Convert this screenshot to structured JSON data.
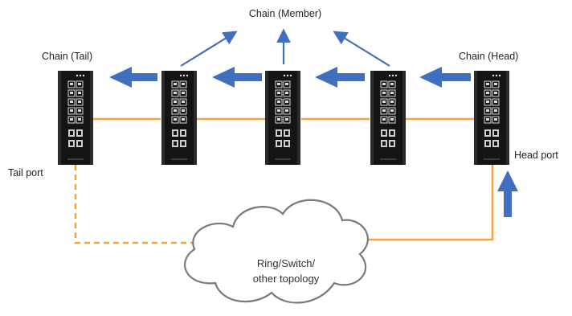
{
  "labels": {
    "member": "Chain (Member)",
    "tail": "Chain (Tail)",
    "head": "Chain (Head)",
    "tail_port": "Tail port",
    "head_port": "Head port",
    "cloud_line1": "Ring/Switch/",
    "cloud_line2": "other topology"
  },
  "colors": {
    "link": "#f7a23b",
    "arrow": "#3f6fbe",
    "switch_body": "#141414",
    "cloud_stroke": "#7a7a7a"
  },
  "switches": [
    {
      "role": "tail"
    },
    {
      "role": "member"
    },
    {
      "role": "member"
    },
    {
      "role": "member"
    },
    {
      "role": "head"
    }
  ]
}
